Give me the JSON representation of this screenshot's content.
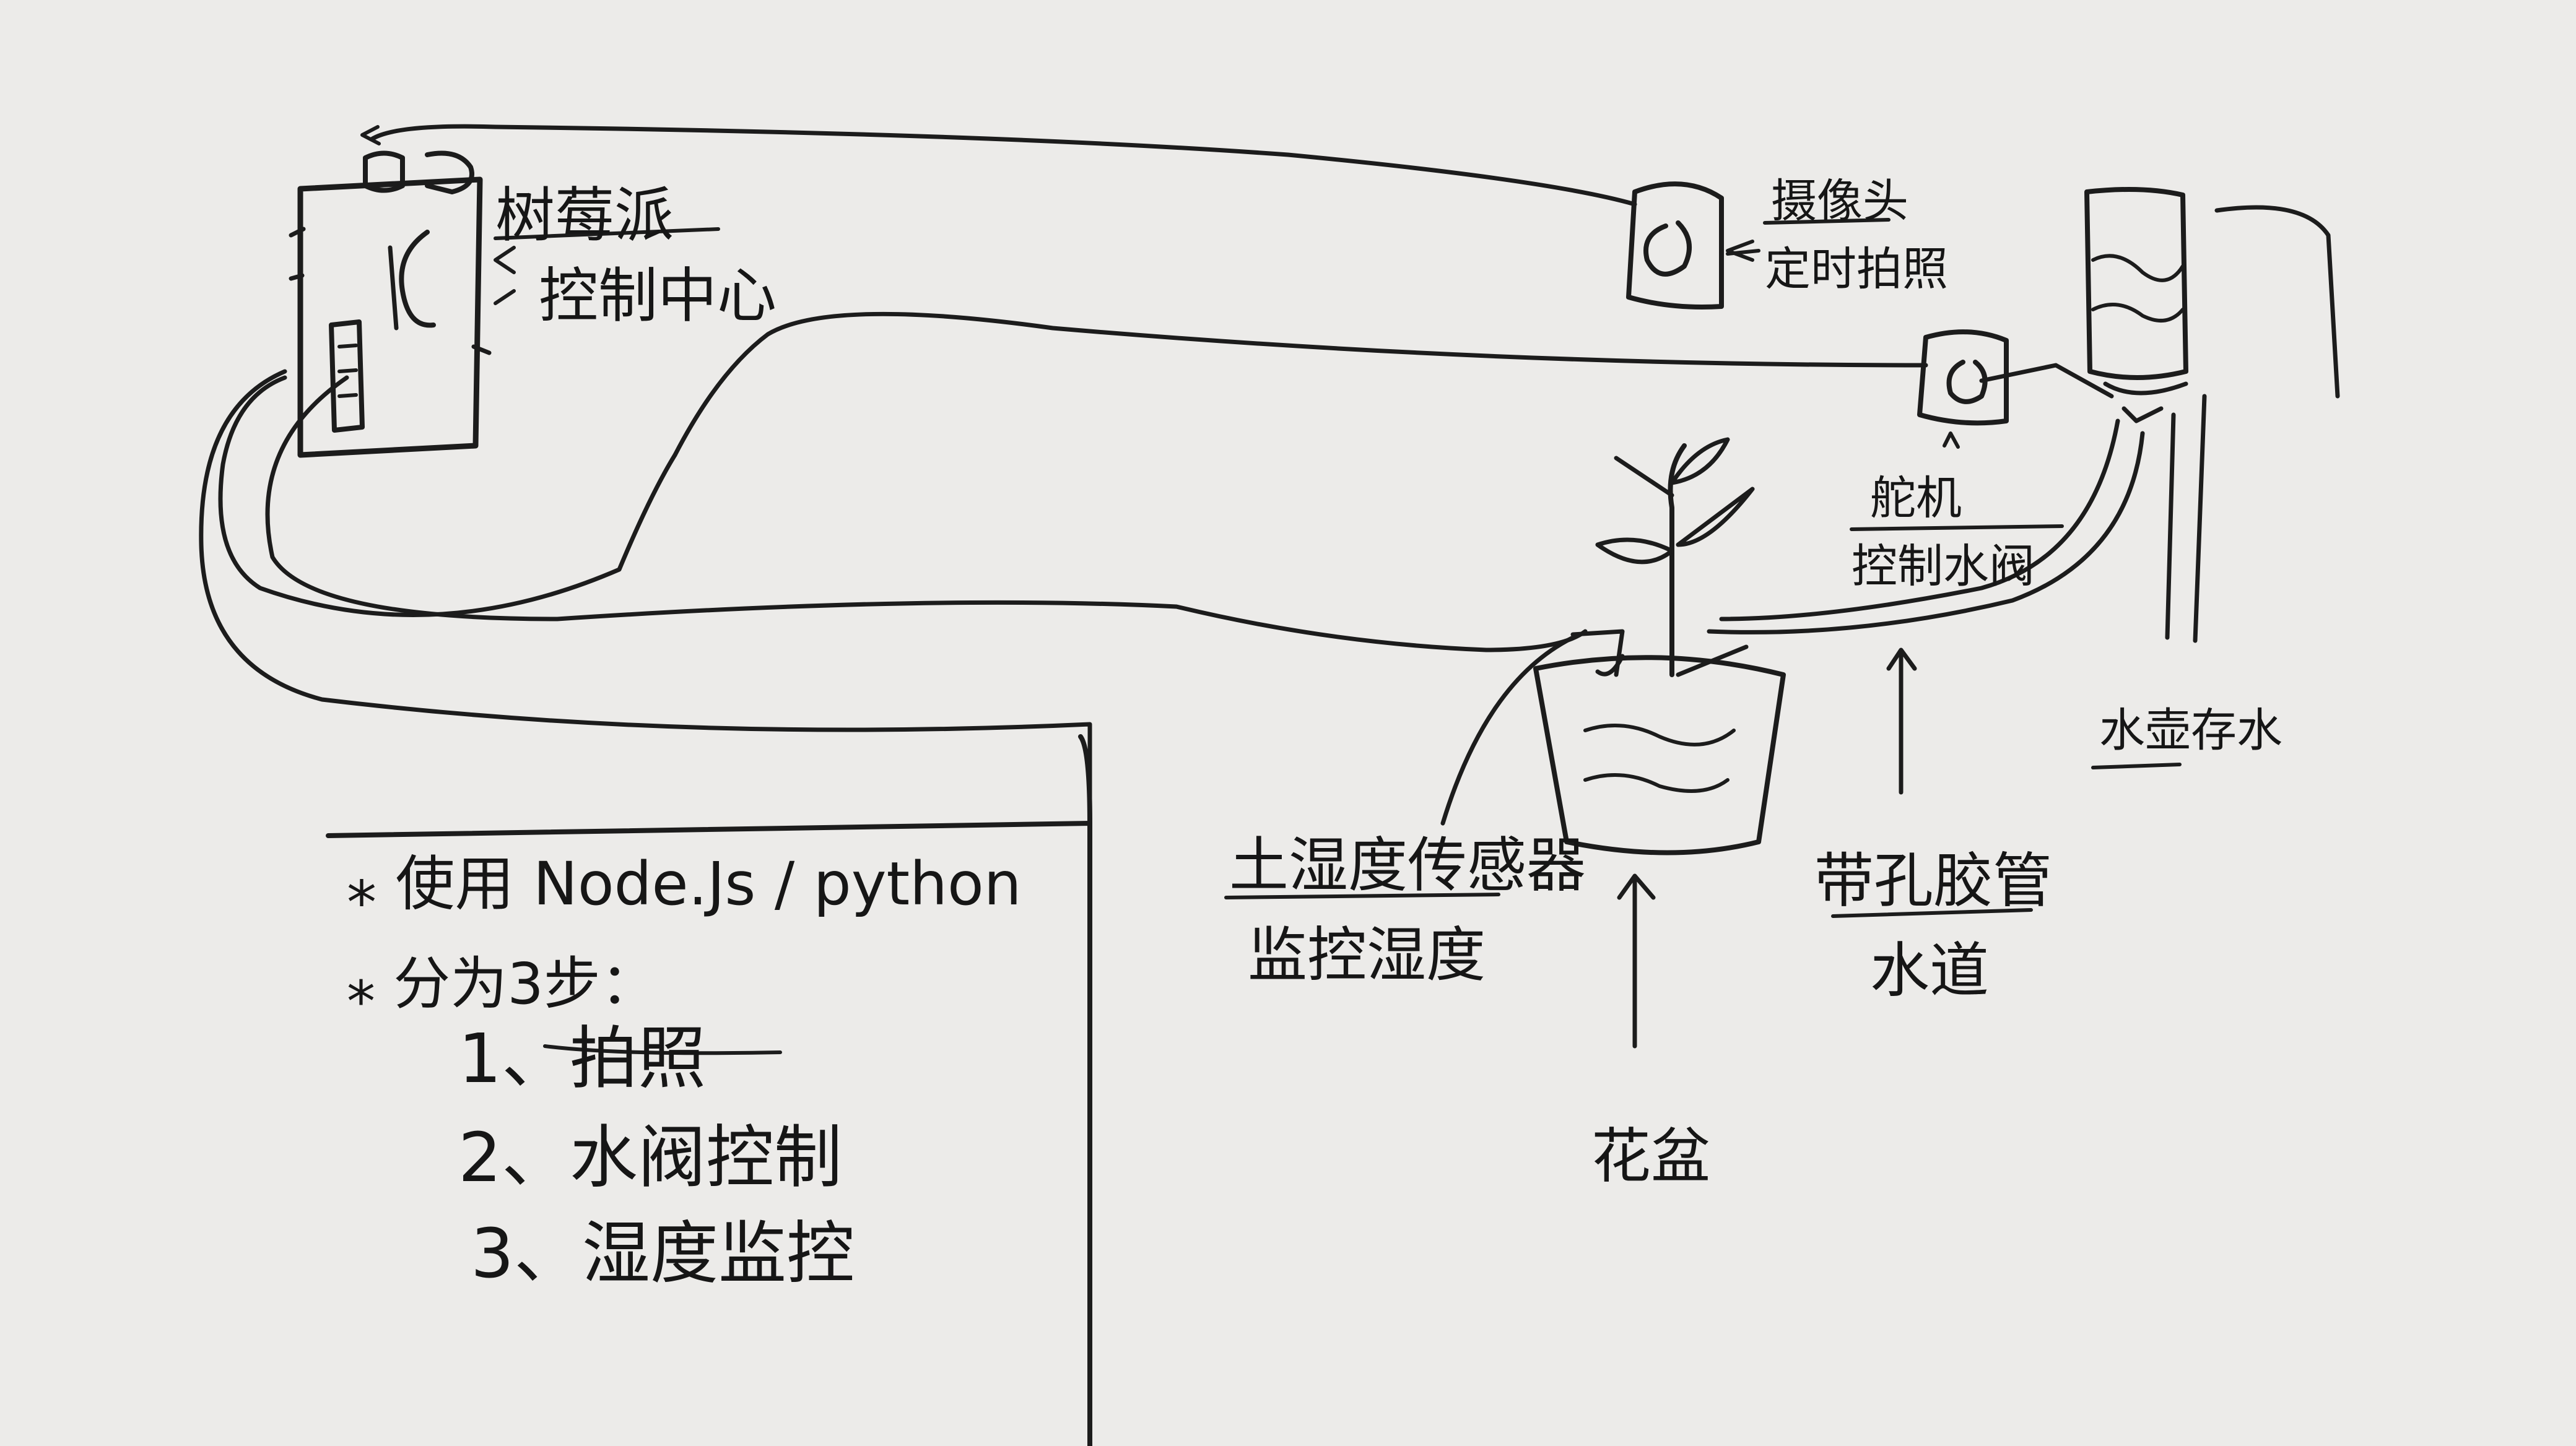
{
  "raspberry_pi": {
    "name": "树莓派",
    "role": "控制中心"
  },
  "camera": {
    "name": "摄像头",
    "role": "定时拍照"
  },
  "servo": {
    "name": "舵机",
    "role": "控制水阀"
  },
  "sensor": {
    "name": "土湿度传感器",
    "role": "监控湿度"
  },
  "pot": {
    "name": "花盆"
  },
  "tube": {
    "name": "带孔胶管",
    "role": "水道"
  },
  "water_tank": {
    "name": "水壶存水"
  },
  "notes": {
    "lang": "使用 Node.Js / python",
    "tasks_heading": "分为3步：",
    "task1": "1、拍照",
    "task2": "2、水阀控制",
    "task3": "3、湿度监控"
  }
}
